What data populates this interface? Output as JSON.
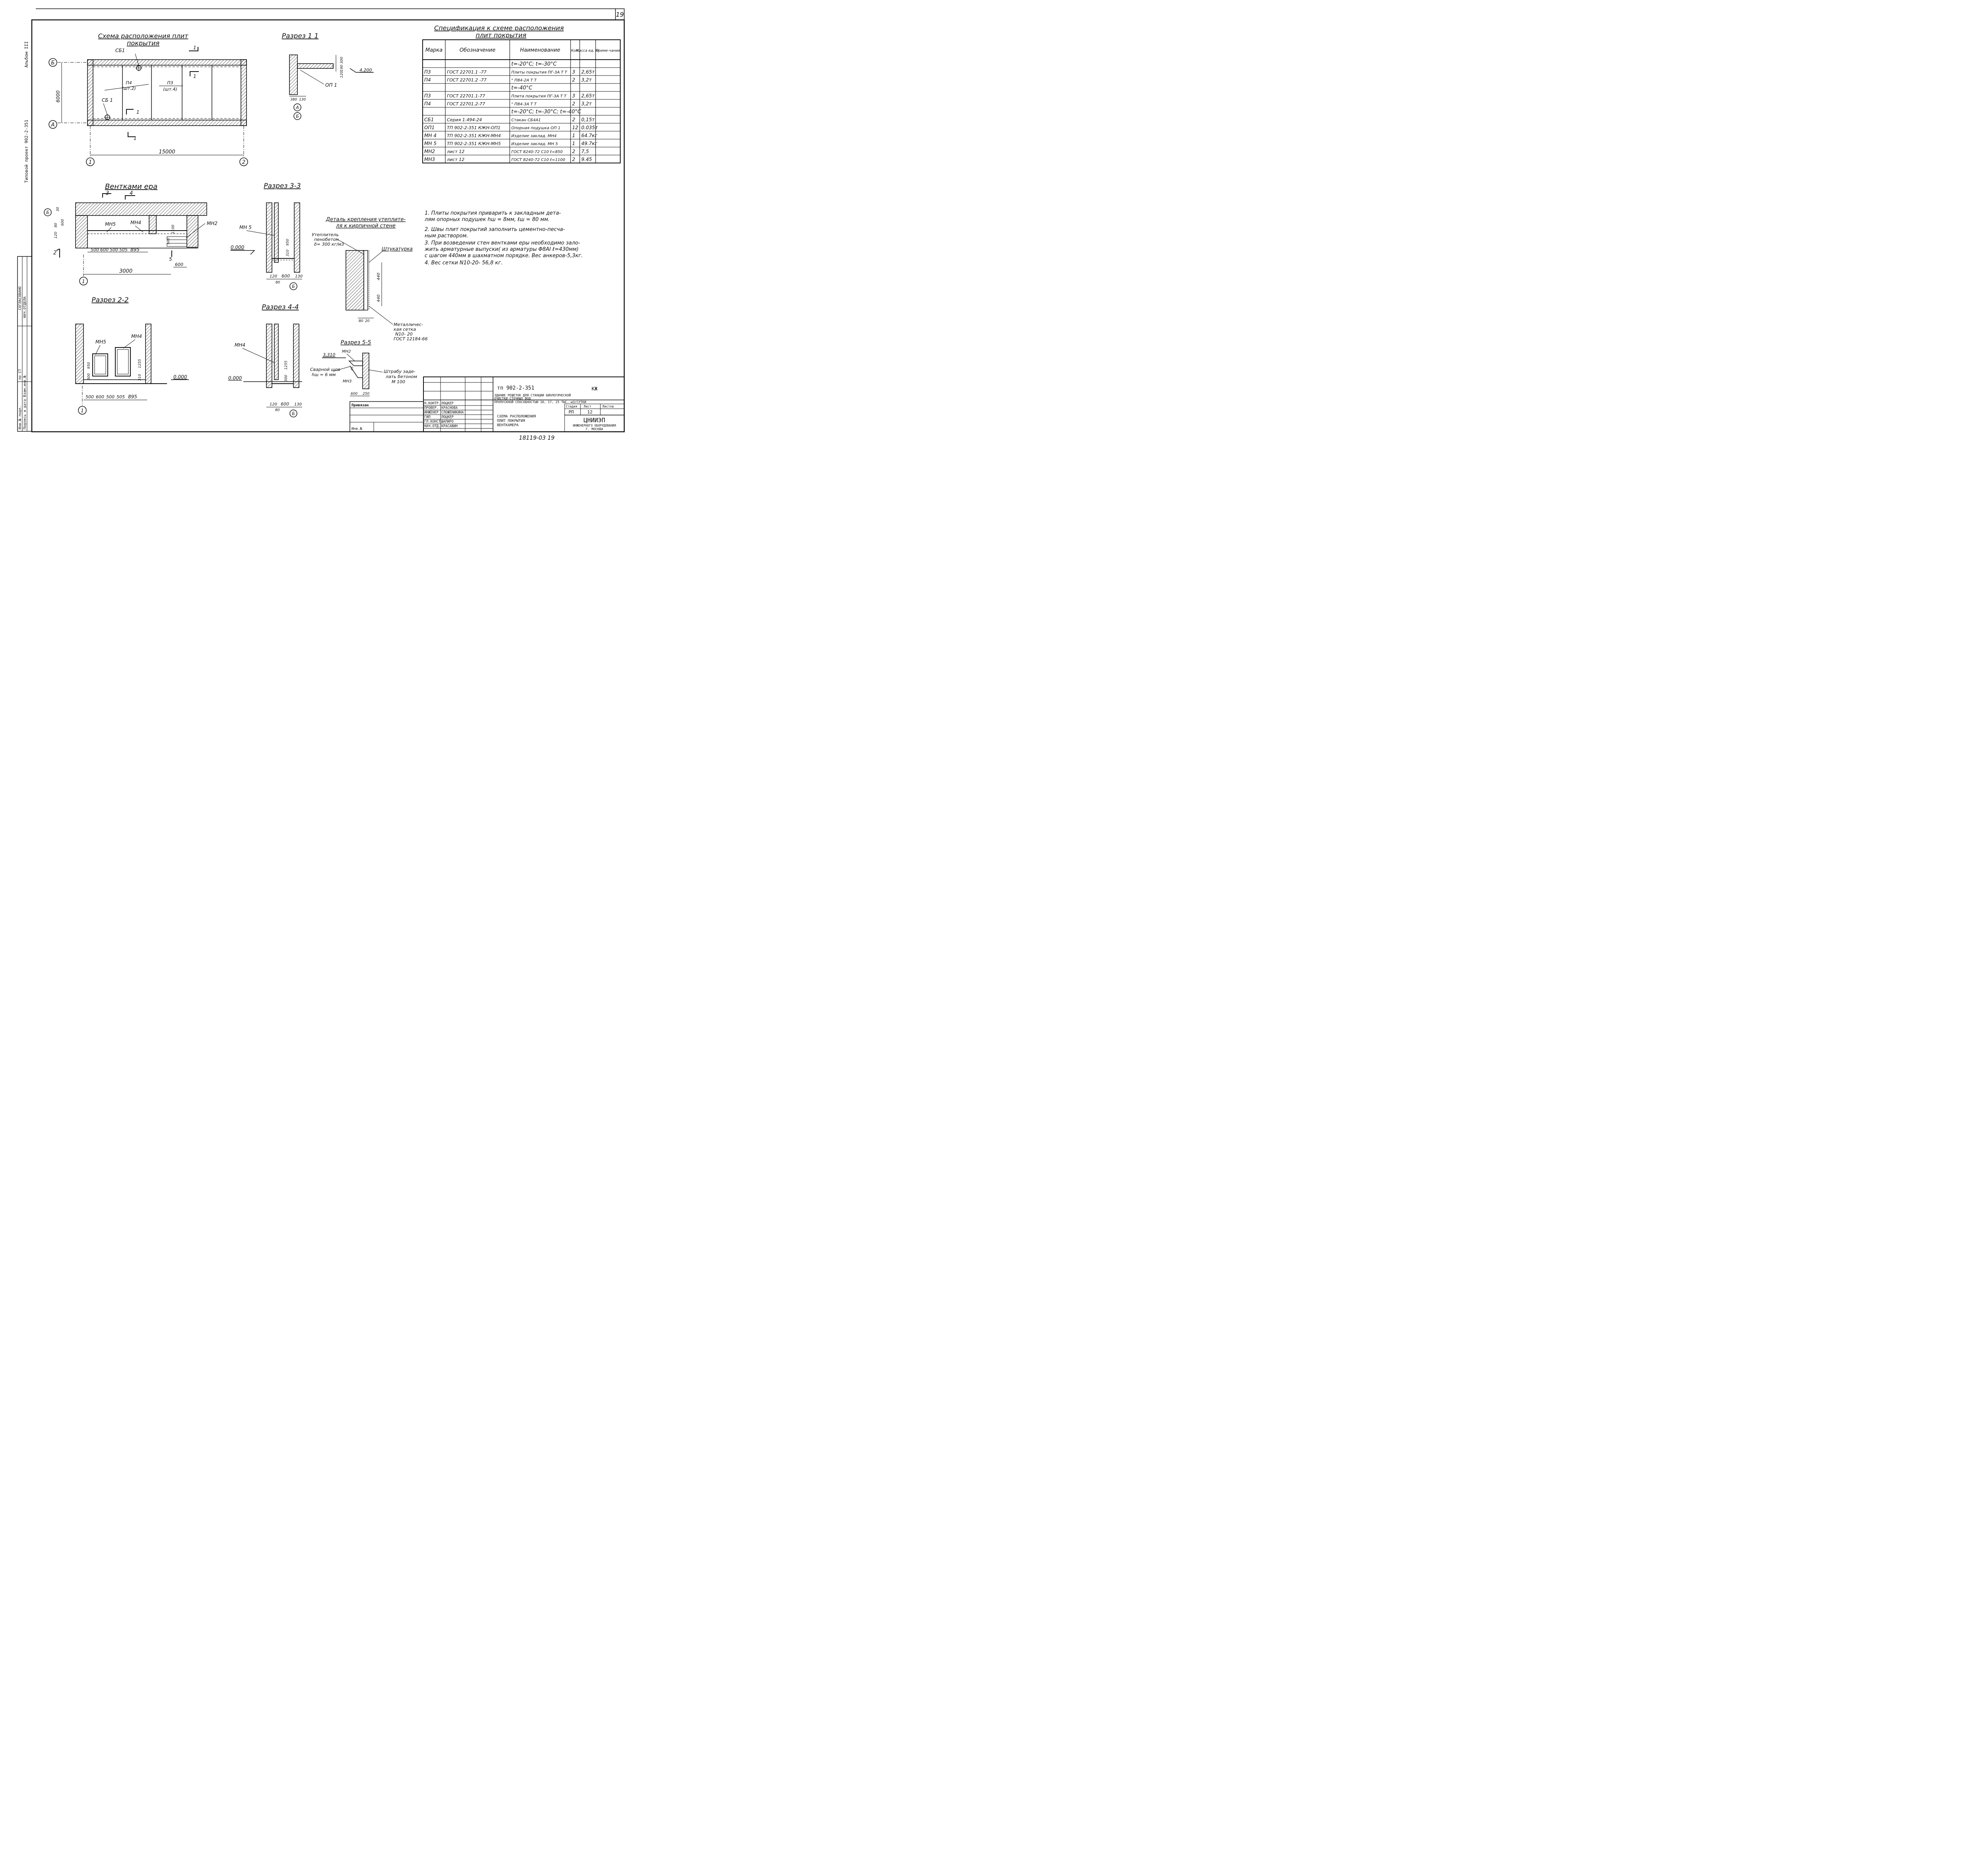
{
  "sheet": {
    "sheet_number": "19",
    "bottom_code": "18119-03 19",
    "left_margin_title": "Типовой проект 902-2-351",
    "left_margin_album": "Альбом III",
    "left_stamp_1": "СОГЛАСОВАНО",
    "left_stamp_2": "НАЧ.ОТДЕЛА",
    "left_stamp_3": "Подпись и дата Взам.инв.№",
    "left_stamp_4": "Инв.№ подл.",
    "left_stamp_5": "по СТ"
  },
  "plan": {
    "title_line1": "Схема расположения плит",
    "title_line2": "покрытия",
    "axis_b": "Б",
    "axis_a": "А",
    "axis_1": "1",
    "axis_2": "2",
    "dim_6000": "6000",
    "dim_15000": "15000",
    "sb1_top": "СБ1",
    "sb1_bottom": "СБ 1",
    "p4_label": "П4",
    "p4_count": "(шт.2)",
    "p3_label": "П3",
    "p3_count": "(шт.4)",
    "cut_1_top": "1",
    "cut_1_bottom": "1",
    "cut_1_a": "1",
    "cut_1_b": "1"
  },
  "section_11": {
    "title": "Разрез 1 1",
    "dim_300": "300",
    "dim_190": "190",
    "dim_120": "120",
    "level": "4.200",
    "op1": "ОП 1",
    "dim_380": "380",
    "dim_130": "130",
    "axis_a": "А",
    "axis_b": "Б"
  },
  "spec": {
    "title_line1": "Спецификация к схеме расположения",
    "title_line2": "плит покрытия",
    "headers": [
      "Марка",
      "Обозначение",
      "Наименование",
      "Кол.",
      "Масса ед, кг",
      "Приме-чание"
    ],
    "rows": [
      [
        "",
        "",
        "t=-20°C; t=-30°C",
        "",
        "",
        ""
      ],
      [
        "П3",
        "ГОСТ 22701.1 -77",
        "Плиты покрытия ПГ-3А Т Т",
        "3",
        "2,65т",
        ""
      ],
      [
        "П4",
        "ГОСТ 22701.2 -77",
        "\"  П84-2А Т Т",
        "2",
        "3,2т",
        ""
      ],
      [
        "",
        "",
        "t=-40°C",
        "",
        "",
        ""
      ],
      [
        "П3",
        "ГОСТ 22701.1-77",
        "Плита покрытия ПГ-3А Т Т",
        "3",
        "2,65т",
        ""
      ],
      [
        "П4",
        "ГОСТ 22701.2-77",
        "\"  П84-3А Т Т",
        "2",
        "3,2т",
        ""
      ],
      [
        "",
        "",
        "t=-20°C; t=-30°C; t=-40°C",
        "",
        "",
        ""
      ],
      [
        "СБ1",
        "Серия 1.494-24",
        "Стакан СБ4А1",
        "2",
        "0,15т",
        ""
      ],
      [
        "ОП1",
        "ТП 902-2-351 КЖН-ОП1",
        "Опорная подушка ОП 1",
        "12",
        "0.035т",
        ""
      ],
      [
        "МН 4",
        "ТП 902-2-351 КЖН-МН4",
        "Изделие заклад. МН4",
        "1",
        "64.7кг",
        ""
      ],
      [
        "МН 5",
        "ТП 902-2-351 КЖН-МН5",
        "Изделие заклад. МН 5",
        "1",
        "49.7кг",
        ""
      ],
      [
        "МН2",
        "лист 12",
        "ГОСТ 8240-72 С10 ℓ=850",
        "2",
        "7,5",
        ""
      ],
      [
        "МН3",
        "лист 12",
        "ГОСТ 8240-72 С10 ℓ=1100",
        "2",
        "9.45",
        ""
      ]
    ]
  },
  "ventkamera": {
    "title": "Вентками ера",
    "cut_3": "3",
    "cut_4": "4",
    "cut_2": "2",
    "cut_5": "5",
    "axis_b": "Б",
    "axis_1": "1",
    "mn5": "МН5",
    "mn4": "МН4",
    "mn2": "МН2",
    "dim_30": "30",
    "dim_80": "80",
    "dim_600": "600",
    "dim_120": "120",
    "dim_1100": "1100",
    "dim_500v": "500",
    "dims_bottom": [
      "500",
      "600",
      "500",
      "505",
      "895"
    ],
    "dim_600b": "600",
    "dim_3000": "3000"
  },
  "section_33": {
    "title": "Разрез 3-3",
    "mn5": "МН 5",
    "level": "0.000",
    "dim_950": "950",
    "dim_310": "310",
    "dims": [
      "120",
      "600",
      "130"
    ],
    "dim_80": "80",
    "axis": "Б"
  },
  "detail": {
    "title_line1": "Деталь крепления утеплите-",
    "title_line2": "ля к кирпичной стене",
    "insul_1": "Утеплитель",
    "insul_2": "пенобетон",
    "insul_3": "δ= 300 кг/м3",
    "plaster": "Штукатурка",
    "dim_440a": "440",
    "dim_440b": "440",
    "dim_80": "80",
    "dim_20": "20",
    "mesh_1": "Металличес-",
    "mesh_2": "кая сетка",
    "mesh_3": "N10- 20",
    "mesh_4": "ГОСТ 12184-66"
  },
  "notes": [
    "1. Плиты покрытия приварить к закладным дета-",
    "лям опорных подушек hш = 8мм, ℓш = 80 мм.",
    "2. Швы плит покрытий заполнить цементно-песча-",
    "ным раствором.",
    "3. При возведении стен вентками еры необходимо зало-",
    "жить арматурные выпуски( из арматуры Φ8АI ℓ=430мм)",
    "с шагом 440мм в шахматном порядке. Вес анкеров-5,3кг.",
    "4. Вес сетки N10-20- 56,8 кг."
  ],
  "section_22": {
    "title": "Разрез 2-2",
    "mn5": "МН5",
    "mn4": "МН4",
    "dim_950": "950",
    "dim_1255": "1255",
    "dim_300": "300",
    "dim_310": "310",
    "level": "0.000",
    "dims_bottom": [
      "500",
      "600",
      "500",
      "505",
      "895"
    ],
    "axis": "1"
  },
  "section_44": {
    "title": "Разрез 4-4",
    "mn4": "МН4",
    "level": "0.000",
    "dim_1255": "1255",
    "dim_300": "300",
    "dims": [
      "120",
      "600",
      "130"
    ],
    "dim_80": "80",
    "axis": "Б"
  },
  "section_55": {
    "title": "Разрез 5-5",
    "level": "3,310",
    "mn2": "МН2",
    "mn3": "МН3",
    "weld_1": "Сварной шов",
    "weld_2": "hш = 6 мм",
    "groove_1": "Штрабу заде-",
    "groove_2": "лать бетоном",
    "groove_3": "М 100",
    "dim_600": "600",
    "dim_250": "250",
    "dim_45": "45"
  },
  "title_block": {
    "project_code": "тп 902-2-351",
    "mark": "КЖ",
    "building_1": "ЗДАНИЕ РЕШЕТОК ДЛЯ СТАНЦИИ БИОЛОГИЧЕСКОЙ",
    "building_2": "ОЧИСТКИ СТОЧНЫХ ВОД",
    "building_3": "ПРОПУСКНОЙ СПОСОБНОСТЬЮ 10, 17, 25 ТЫС. м3/СУТКИ",
    "stage_h": "Стадия",
    "sheet_h": "Лист",
    "sheets_h": "Листов",
    "stage": "РП",
    "sheet": "12",
    "drawing_1": "СХЕМА РАСПОЛОЖЕНИЯ",
    "drawing_2": "ПЛИТ ПОКРЫТИЯ",
    "drawing_3": "ВЕНТКАМЕРА",
    "org_1": "ЦНИИЭП",
    "org_2": "ИНЖЕНЕРНОГО ОБОРУДОВАНИЯ",
    "org_3": "Г. МОСКВА",
    "privyazan": "Привязан",
    "inv": "Инв.№",
    "staff": [
      [
        "Н.КОНТР.",
        "ЛОЦКЕР"
      ],
      [
        "ПРОВЕР.",
        "КРАСНОВА"
      ],
      [
        "ИНЖЕНЕР",
        "СЛОЖЕНИКИНА"
      ],
      [
        "ГИП",
        "ЛОЦКЕР"
      ],
      [
        "ГЛ.КОНСТ.",
        "ШАПИРО"
      ],
      [
        "НАЧ.ОТД.",
        "КРАСАВИН"
      ]
    ]
  }
}
